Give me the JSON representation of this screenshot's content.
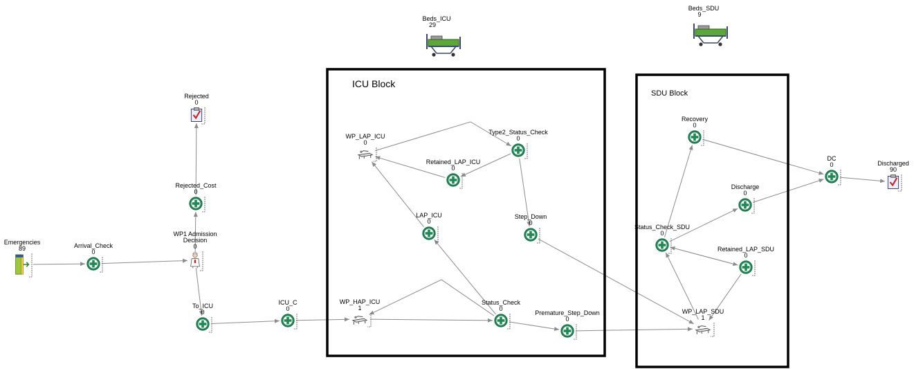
{
  "blocks": [
    {
      "id": "icu",
      "label": "ICU Block"
    },
    {
      "id": "sdu",
      "label": "SDU Block"
    }
  ],
  "nodes": [
    {
      "id": "emergencies",
      "label": "Emergencies",
      "count": "89",
      "icon": "door-exit-icon"
    },
    {
      "id": "arrival_check",
      "label": "Arrival_Check",
      "count": "0",
      "icon": "green-cross-icon"
    },
    {
      "id": "wp1",
      "label_lines": [
        "WP1 Admission",
        "Decision"
      ],
      "count": "0",
      "icon": "nurse-icon"
    },
    {
      "id": "rejected_cost",
      "label": "Rejected_Cost",
      "count": "0",
      "icon": "green-cross-icon"
    },
    {
      "id": "rejected",
      "label": "Rejected",
      "count": "0",
      "icon": "clipboard-check-icon"
    },
    {
      "id": "to_icu",
      "label": "To_ICU",
      "count": "0",
      "icon": "green-cross-icon"
    },
    {
      "id": "icu_c",
      "label": "ICU_C",
      "count": "0",
      "icon": "green-cross-icon"
    },
    {
      "id": "wp_hap_icu",
      "label": "WP_HAP_ICU",
      "count": "1",
      "icon": "bed-icon"
    },
    {
      "id": "status_check",
      "label": "Status_Check",
      "count": "0",
      "icon": "green-cross-icon"
    },
    {
      "id": "lap_icu",
      "label": "LAP_ICU",
      "count": "0",
      "icon": "green-cross-icon"
    },
    {
      "id": "wp_lap_icu",
      "label": "WP_LAP_ICU",
      "count": "0",
      "icon": "bed-icon"
    },
    {
      "id": "retained_lap_icu",
      "label": "Retained_LAP_ICU",
      "count": "0",
      "icon": "green-cross-icon"
    },
    {
      "id": "type2_status_check",
      "label": "Type2_Status_Check",
      "count": "0",
      "icon": "green-cross-icon"
    },
    {
      "id": "step_down",
      "label": "Step_Down",
      "count": "0",
      "icon": "green-cross-icon"
    },
    {
      "id": "premature_step_down",
      "label": "Premature_Step_Down",
      "count": "0",
      "icon": "green-cross-icon"
    },
    {
      "id": "wp_lap_sdu",
      "label": "WP_LAP_SDU",
      "count": "1",
      "icon": "bed-icon"
    },
    {
      "id": "status_check_sdu",
      "label": "Status_Check_SDU",
      "count": "0",
      "icon": "green-cross-icon"
    },
    {
      "id": "recovery",
      "label": "Recovery",
      "count": "0",
      "icon": "green-cross-icon"
    },
    {
      "id": "discharge",
      "label": "Discharge",
      "count": "0",
      "icon": "green-cross-icon"
    },
    {
      "id": "retained_lap_sdu",
      "label": "Retained_LAP_SDU",
      "count": "0",
      "icon": "green-cross-icon"
    },
    {
      "id": "dc",
      "label": "DC",
      "count": "0",
      "icon": "green-cross-icon"
    },
    {
      "id": "discharged",
      "label": "Discharged",
      "count": "90",
      "icon": "clipboard-check-icon"
    }
  ],
  "resources": [
    {
      "id": "beds_icu",
      "label": "Beds_ICU",
      "count": "29",
      "icon": "hospital-bed-icon"
    },
    {
      "id": "beds_sdu",
      "label": "Beds_SDU",
      "count": "9",
      "icon": "hospital-bed-icon"
    }
  ],
  "edges": [
    [
      "emergencies",
      "arrival_check"
    ],
    [
      "arrival_check",
      "wp1"
    ],
    [
      "wp1",
      "rejected_cost"
    ],
    [
      "rejected_cost",
      "rejected"
    ],
    [
      "wp1",
      "to_icu"
    ],
    [
      "to_icu",
      "icu_c"
    ],
    [
      "icu_c",
      "wp_hap_icu"
    ],
    [
      "wp_hap_icu",
      "status_check"
    ],
    [
      "status_check",
      "wp_hap_icu"
    ],
    [
      "status_check",
      "lap_icu"
    ],
    [
      "status_check",
      "premature_step_down"
    ],
    [
      "lap_icu",
      "wp_lap_icu"
    ],
    [
      "wp_lap_icu",
      "type2_status_check"
    ],
    [
      "type2_status_check",
      "retained_lap_icu"
    ],
    [
      "retained_lap_icu",
      "wp_lap_icu"
    ],
    [
      "type2_status_check",
      "step_down"
    ],
    [
      "step_down",
      "wp_lap_sdu"
    ],
    [
      "premature_step_down",
      "wp_lap_sdu"
    ],
    [
      "wp_lap_sdu",
      "status_check_sdu"
    ],
    [
      "status_check_sdu",
      "recovery"
    ],
    [
      "status_check_sdu",
      "discharge"
    ],
    [
      "status_check_sdu",
      "retained_lap_sdu"
    ],
    [
      "retained_lap_sdu",
      "status_check_sdu"
    ],
    [
      "retained_lap_sdu",
      "wp_lap_sdu"
    ],
    [
      "recovery",
      "dc"
    ],
    [
      "discharge",
      "dc"
    ],
    [
      "dc",
      "discharged"
    ]
  ]
}
